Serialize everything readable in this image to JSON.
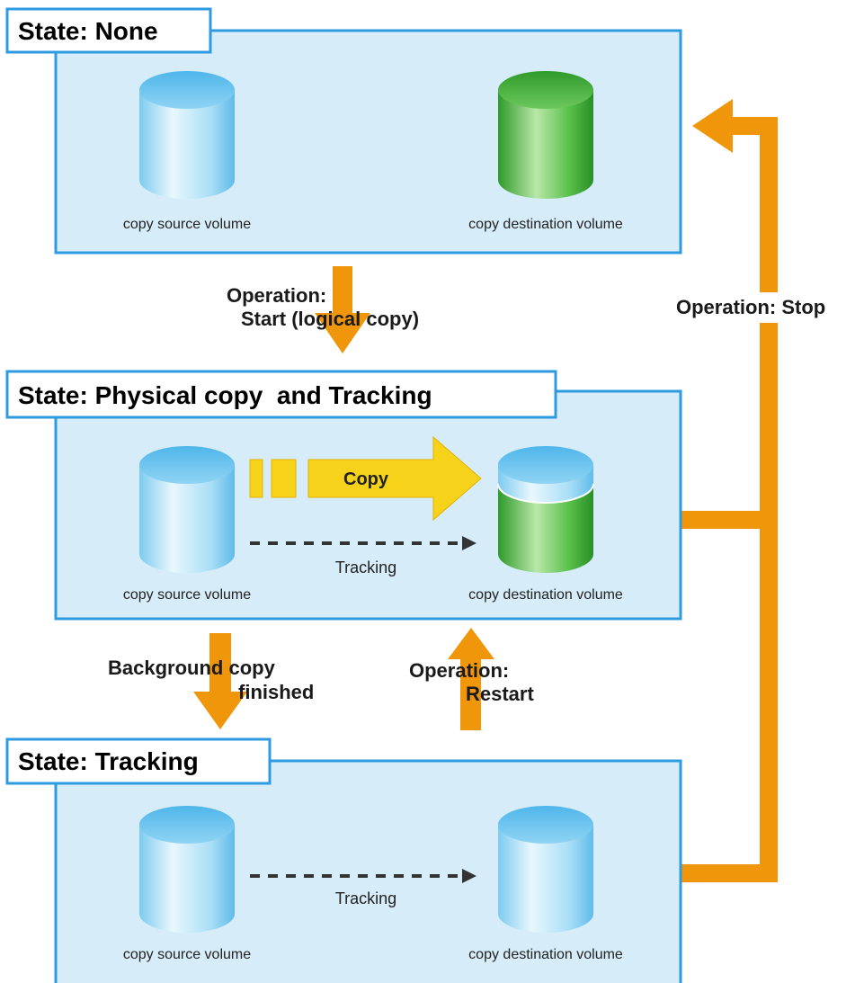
{
  "states": {
    "none": {
      "title": "State: None",
      "source_label": "copy source volume",
      "destination_label": "copy destination volume"
    },
    "physical": {
      "title": "State: Physical copy  and Tracking",
      "source_label": "copy source volume",
      "destination_label": "copy destination volume",
      "copy_label": "Copy",
      "tracking_label": "Tracking"
    },
    "tracking": {
      "title": "State: Tracking",
      "source_label": "copy source volume",
      "destination_label": "copy destination volume",
      "tracking_label": "Tracking"
    }
  },
  "operations": {
    "start_line1": "Operation:",
    "start_line2": "Start (logical copy)",
    "stop": "Operation: Stop",
    "background_line1": "Background copy",
    "background_line2": "finished",
    "restart_line1": "Operation:",
    "restart_line2": "Restart"
  },
  "colors": {
    "panel_fill": "#d6ecf9",
    "panel_border": "#2e9be0",
    "operation_arrow": "#f0960a",
    "copy_arrow": "#f7d21a",
    "tracking_arrow": "#333333",
    "source_volume": "#7ccbf0",
    "destination_volume": "#3fae3a"
  }
}
